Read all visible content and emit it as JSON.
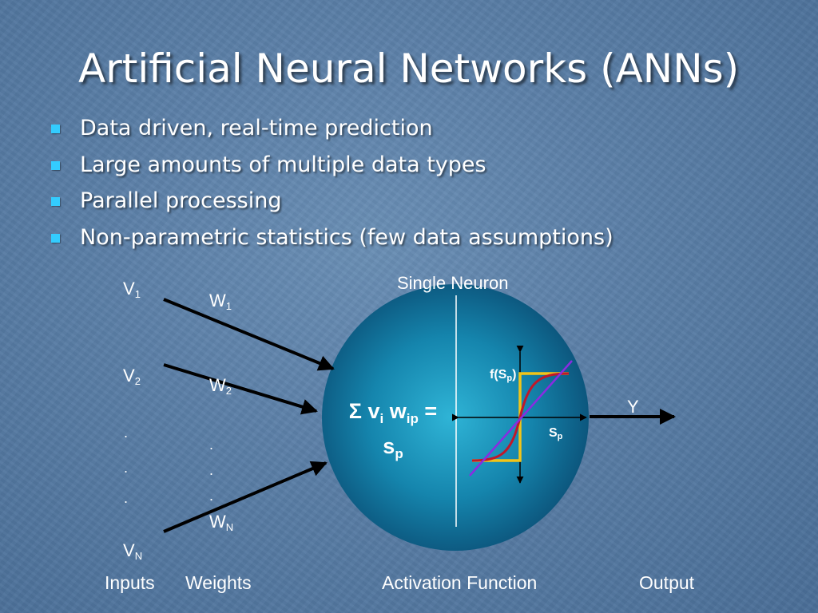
{
  "slide": {
    "title": "Artificial Neural Networks (ANNs)",
    "bullets": [
      "Data driven, real-time prediction",
      "Large amounts of multiple data types",
      "Parallel processing",
      "Non-parametric statistics (few data assumptions)"
    ]
  },
  "diagram": {
    "neuron_label": "Single Neuron",
    "inputs": [
      {
        "base": "V",
        "sub": "1"
      },
      {
        "base": "V",
        "sub": "2"
      },
      {
        "base": "V",
        "sub": "N"
      }
    ],
    "weights": [
      {
        "base": "W",
        "sub": "1"
      },
      {
        "base": "W",
        "sub": "2"
      },
      {
        "base": "W",
        "sub": "N"
      }
    ],
    "ellipsis": ".",
    "sum": {
      "sigma": "Σ",
      "v": "v",
      "v_sub": "i",
      "w": "w",
      "w_sub": "ip",
      "equals": "=",
      "s": "s",
      "s_sub": "p"
    },
    "activation": {
      "f_prefix": "f(S",
      "f_sub": "p",
      "f_suffix": ")",
      "axis": "S",
      "axis_sub": "p",
      "step_color": "#f2c418",
      "sigmoid_color": "#c0182a",
      "linear_color": "#8a2be2"
    },
    "output_label": "Y",
    "bottom_labels": {
      "inputs": "Inputs",
      "weights": "Weights",
      "activation": "Activation Function",
      "output": "Output"
    }
  }
}
